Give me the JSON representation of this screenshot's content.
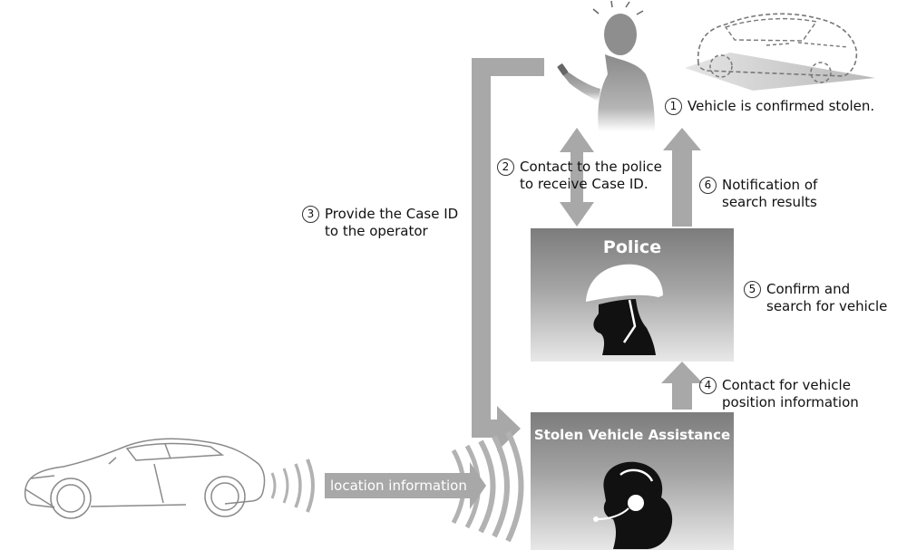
{
  "steps": {
    "s1": {
      "num": "1",
      "line1": "Vehicle is confirmed stolen."
    },
    "s2": {
      "num": "2",
      "line1": "Contact to the police",
      "line2": "to receive Case ID."
    },
    "s3": {
      "num": "3",
      "line1": "Provide the Case ID",
      "line2": "to the operator"
    },
    "s4": {
      "num": "4",
      "line1": "Contact for vehicle",
      "line2": "position information"
    },
    "s5": {
      "num": "5",
      "line1": "Confirm and",
      "line2": "search for vehicle"
    },
    "s6": {
      "num": "6",
      "line1": "Notification of",
      "line2": "search results"
    }
  },
  "police_box": {
    "title": "Police"
  },
  "assistance_box": {
    "title": "Stolen Vehicle Assistance"
  },
  "location_arrow": {
    "label": "location information"
  },
  "colors": {
    "arrow": "#a8a8a8",
    "box_dark": "#7c7c7c",
    "box_light": "#e8e8e8",
    "text": "#111111"
  }
}
